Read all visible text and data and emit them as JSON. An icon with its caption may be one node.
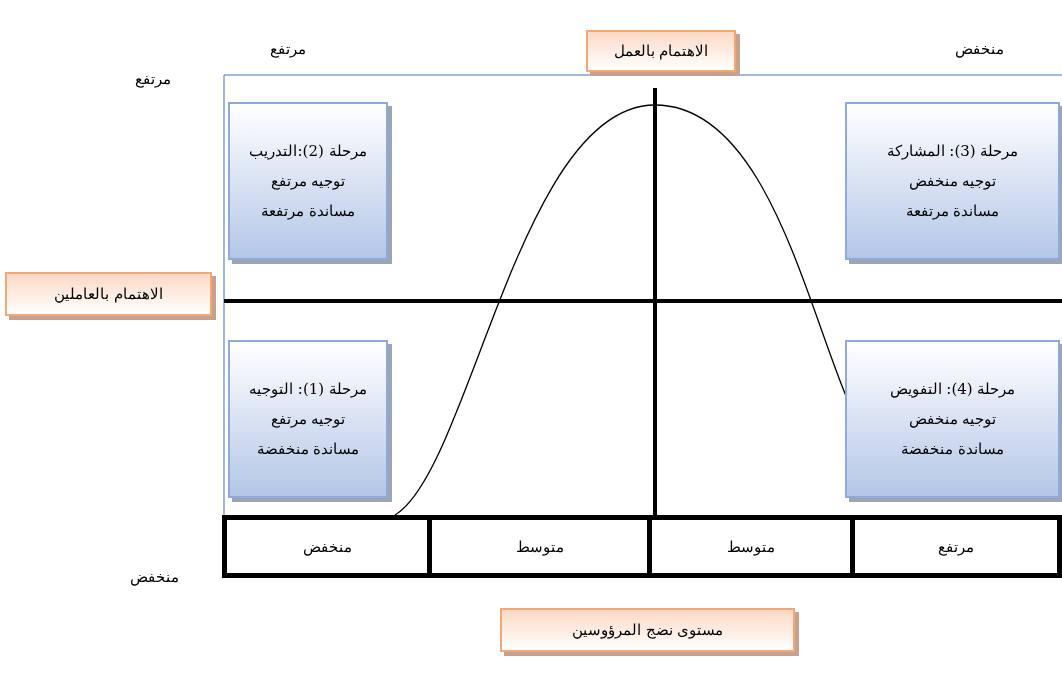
{
  "diagram": {
    "nodes": [
      {
        "text": [
          "الاهتمام بالعمل"
        ]
      },
      {
        "text": [
          "مرحلة (2):التدريب",
          "توجيه مرتفع",
          "مساندة مرتفعة"
        ]
      },
      {
        "text": [
          "مرحلة (3): المشاركة",
          "توجيه منخفض",
          "مساندة مرتفعة"
        ]
      },
      {
        "text": [
          "الاهتمام بالعاملين"
        ]
      },
      {
        "text": [
          "مرحلة (1): التوجيه",
          "توجيه مرتفع",
          "مساندة منخفضة"
        ]
      },
      {
        "text": [
          "مرحلة (4): التفويض",
          "توجيه منخفض",
          "مساندة منخفضة"
        ]
      },
      {
        "text": [
          "منخفض"
        ]
      },
      {
        "text": [
          "متوسط"
        ]
      },
      {
        "text": [
          "متوسط"
        ]
      },
      {
        "text": [
          "مرتفع"
        ]
      },
      {
        "text": [
          "مستوى نضج المرؤوسين"
        ]
      }
    ],
    "edges": [],
    "labels": [
      "مرتفع",
      "منخفض",
      "مرتفع",
      "منخفض"
    ]
  }
}
